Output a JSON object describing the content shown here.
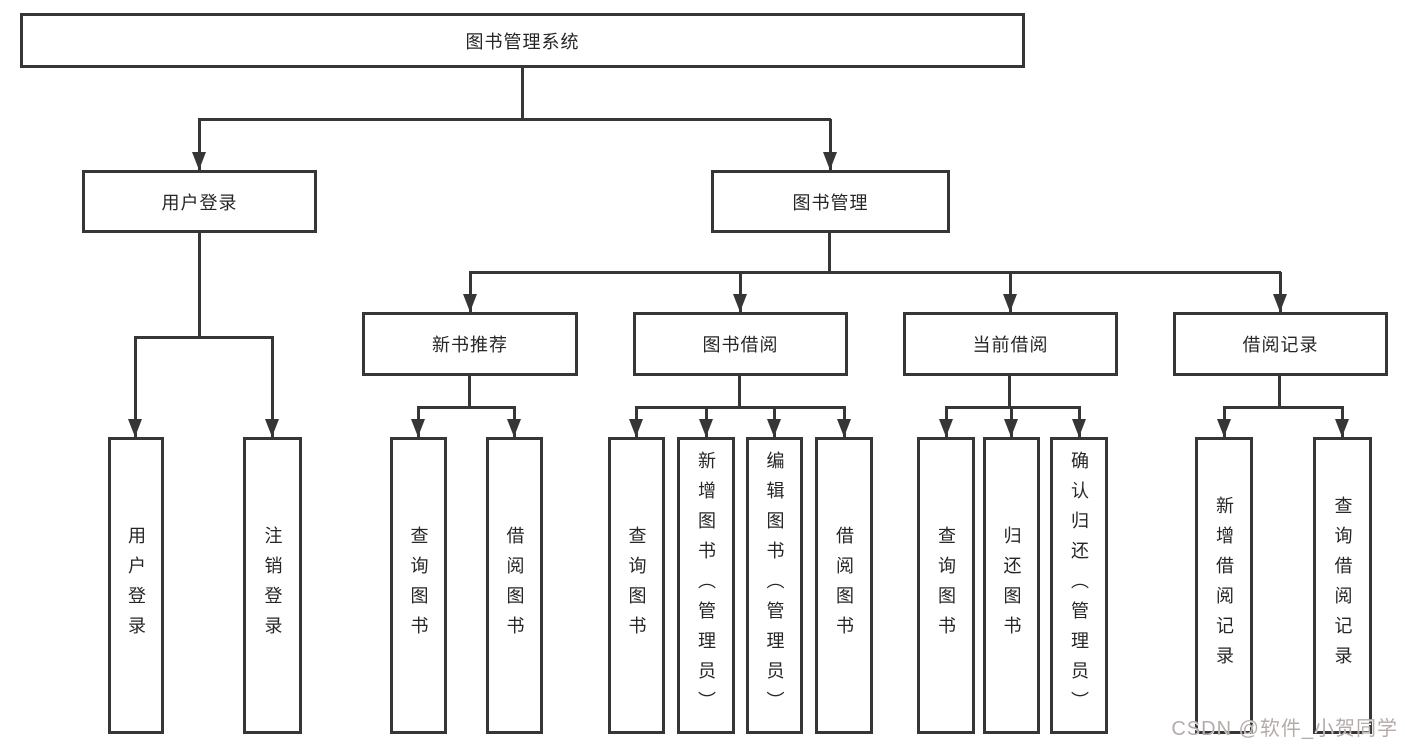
{
  "tree": {
    "root": {
      "label": "图书管理系统"
    },
    "branches": [
      {
        "label": "用户登录",
        "children": [
          {
            "label": "用户登录"
          },
          {
            "label": "注销登录"
          }
        ]
      },
      {
        "label": "图书管理",
        "children": [
          {
            "label": "新书推荐",
            "children": [
              {
                "label": "查询图书"
              },
              {
                "label": "借阅图书"
              }
            ]
          },
          {
            "label": "图书借阅",
            "children": [
              {
                "label": "查询图书"
              },
              {
                "label": "新增图书（管理员）"
              },
              {
                "label": "编辑图书（管理员）"
              },
              {
                "label": "借阅图书"
              }
            ]
          },
          {
            "label": "当前借阅",
            "children": [
              {
                "label": "查询图书"
              },
              {
                "label": "归还图书"
              },
              {
                "label": "确认归还（管理员）"
              }
            ]
          },
          {
            "label": "借阅记录",
            "children": [
              {
                "label": "新增借阅记录"
              },
              {
                "label": "查询借阅记录"
              }
            ]
          }
        ]
      }
    ]
  },
  "watermark": {
    "text": "CSDN @软件_小贺同学"
  },
  "colors": {
    "line": "#363636",
    "box_border": "#363636",
    "text": "#262626",
    "background": "#ffffff",
    "watermark": "#b5abab"
  }
}
